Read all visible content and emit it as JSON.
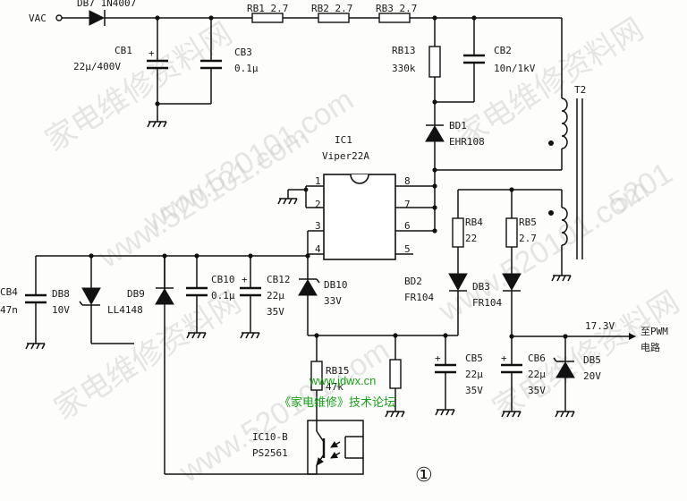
{
  "labels": {
    "vac": "VAC",
    "db7": "DB7 1N4007",
    "rb1": "RB1 2.7",
    "rb2": "RB2 2.7",
    "rb3": "RB3 2.7",
    "cb1_name": "CB1",
    "cb1_val": "22μ/400V",
    "cb3_name": "CB3",
    "cb3_val": "0.1μ",
    "rb13_name": "RB13",
    "rb13_val": "330k",
    "cb2_name": "CB2",
    "cb2_val": "10n/1kV",
    "t2": "T2",
    "bd1_name": "BD1",
    "bd1_val": "EHR108",
    "ic1_name": "IC1",
    "ic1_val": "Viper22A",
    "pin1": "1",
    "pin2": "2",
    "pin3": "3",
    "pin4": "4",
    "pin5": "5",
    "pin6": "6",
    "pin7": "7",
    "pin8": "8",
    "rb4_name": "RB4",
    "rb4_val": "22",
    "rb5_name": "RB5",
    "rb5_val": "2.7",
    "cb4_name": "CB4",
    "cb4_val": "47n",
    "db8_name": "DB8",
    "db8_val": "10V",
    "db9_name": "DB9",
    "db9_val": "LL4148",
    "cb10_name": "CB10",
    "cb10_val": "0.1μ",
    "cb12_name": "CB12",
    "cb12_val1": "22μ",
    "cb12_val2": "35V",
    "db10_name": "DB10",
    "db10_val": "33V",
    "bd2_name": "BD2",
    "bd2_val": "FR104",
    "db3_name": "DB3",
    "db3_val": "FR104",
    "out_voltage": "17.3V",
    "pwm_line1": "至PWM",
    "pwm_line2": "电路",
    "cb5_name": "CB5",
    "cb5_val1": "22μ",
    "cb5_val2": "35V",
    "cb6_name": "CB6",
    "cb6_val1": "22μ",
    "cb6_val2": "35V",
    "db5_name": "DB5",
    "db5_val": "20V",
    "rb15_name": "RB15",
    "rb15_val": "47k",
    "ic10_name": "IC10-B",
    "ic10_val": "PS2561",
    "plus": "+",
    "figure_number": "①"
  },
  "watermarks": {
    "site": "www.jdwx.cn",
    "forum": "《家电维修》技术论坛",
    "w1": "家电维修资料网",
    "w2": "www.520101.com",
    "w3": "家电维修资料网",
    "w4": "www.520101.com",
    "w5": "家电维修资料网",
    "w6": "www.520101.com",
    "w7": "www.520101.com",
    "w8": "家电维修资料网",
    "w9": "5201"
  },
  "colors": {
    "wire": "#111111",
    "watermark_text": "#18a318",
    "background": "#fdfdfb"
  }
}
